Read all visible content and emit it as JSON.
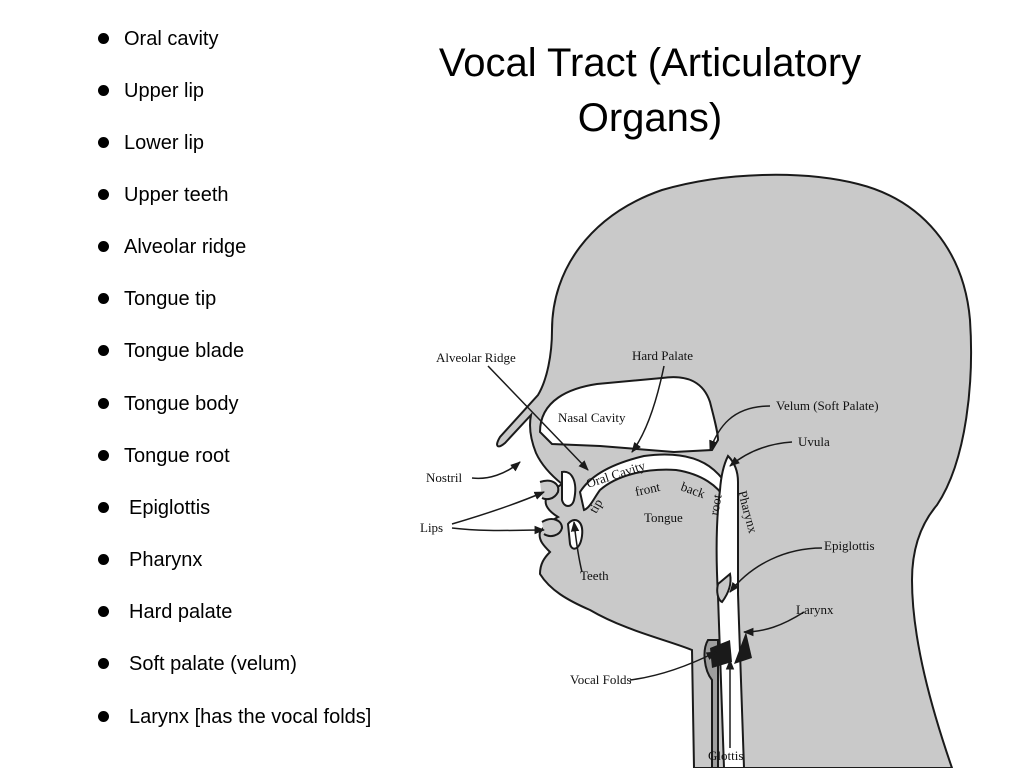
{
  "slide": {
    "title_line1": "Vocal Tract (Articulatory",
    "title_line2": "Organs)"
  },
  "bullets": [
    "Oral cavity",
    "Upper lip",
    "Lower lip",
    "Upper teeth",
    "Alveolar ridge",
    "Tongue tip",
    "Tongue blade",
    "Tongue body",
    "Tongue root",
    "Epiglottis",
    "Pharynx",
    "Hard palate",
    "Soft palate (velum)",
    "Larynx [has the vocal folds]"
  ],
  "diagram": {
    "labels": {
      "alveolar_ridge": "Alveolar Ridge",
      "hard_palate": "Hard Palate",
      "nasal_cavity": "Nasal Cavity",
      "velum": "Velum (Soft Palate)",
      "uvula": "Uvula",
      "nostril": "Nostril",
      "oral_cavity": "Oral Cavity",
      "front": "front",
      "back": "back",
      "tip": "tip",
      "tongue": "Tongue",
      "root": "root",
      "pharynx": "Pharynx",
      "lips": "Lips",
      "teeth": "Teeth",
      "epiglottis": "Epiglottis",
      "larynx": "Larynx",
      "vocal_folds": "Vocal Folds",
      "glottis": "Glottis"
    },
    "colors": {
      "head_fill": "#c9c9c9",
      "cavity_fill": "#ffffff",
      "outline": "#1a1a1a"
    }
  }
}
